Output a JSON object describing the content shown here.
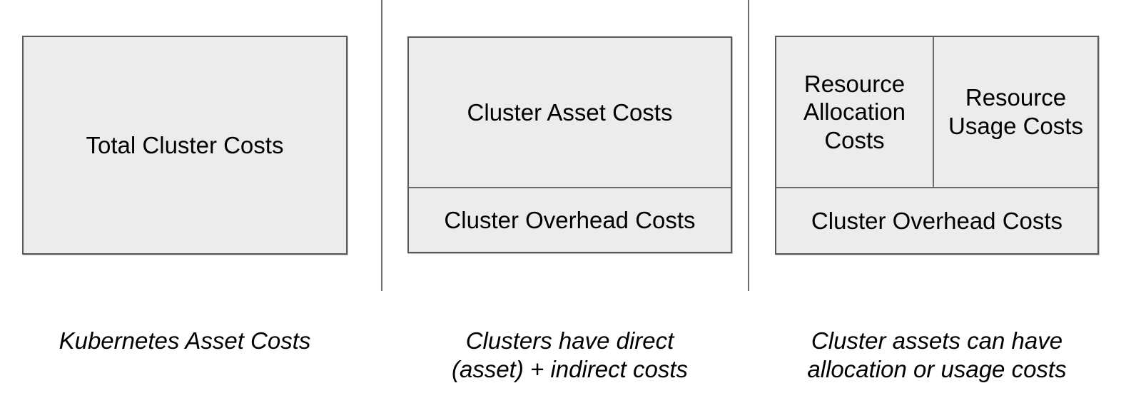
{
  "colors": {
    "background": "#ffffff",
    "box_fill": "#ececec",
    "box_border": "#595959",
    "panel_divider": "#6e6e6e",
    "text": "#000000"
  },
  "panels": [
    {
      "box": {
        "label": "Total Cluster Costs"
      },
      "caption": {
        "line1": "Kubernetes Asset Costs",
        "line2": ""
      }
    },
    {
      "box": {
        "top_label": "Cluster Asset Costs",
        "bottom_label": "Cluster Overhead Costs"
      },
      "caption": {
        "line1": "Clusters have direct",
        "line2": "(asset) + indirect costs"
      }
    },
    {
      "box": {
        "top_left_label": "Resource Allocation Costs",
        "top_right_label": "Resource Usage Costs",
        "bottom_label": "Cluster Overhead Costs"
      },
      "caption": {
        "line1": "Cluster assets can have",
        "line2": "allocation or usage costs"
      }
    }
  ]
}
